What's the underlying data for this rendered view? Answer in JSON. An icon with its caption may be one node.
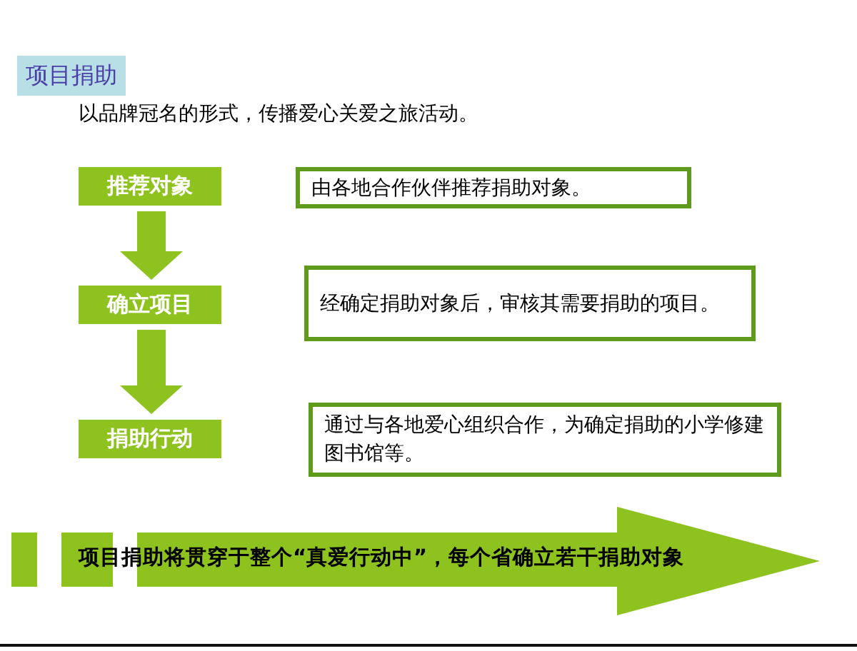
{
  "diagram": {
    "title": "项目捐助",
    "nodes": [
      {
        "text": [
          "推荐对象"
        ]
      },
      {
        "text": [
          "由各地合作伙伴推荐捐助对象。"
        ]
      },
      {
        "text": [
          "确立项目"
        ]
      },
      {
        "text": [
          "经确定捐助对象后，审核其需要捐助的项目。"
        ]
      },
      {
        "text": [
          "捐助行动"
        ]
      },
      {
        "text": [
          "通过与各地爱心组织合作，为确定捐助的小学修建图书馆等。"
        ]
      },
      {
        "text": [
          "项目捐助将贯穿于整个“真爱行动中”，每个省确立若干捐助对象"
        ]
      }
    ],
    "edges": [
      {
        "from": 0,
        "to": 2,
        "arrow": "to"
      },
      {
        "from": 2,
        "to": 4,
        "arrow": "to"
      }
    ],
    "labels": [
      "以品牌冠名的形式，传播爱心关爱之旅活动。"
    ]
  }
}
